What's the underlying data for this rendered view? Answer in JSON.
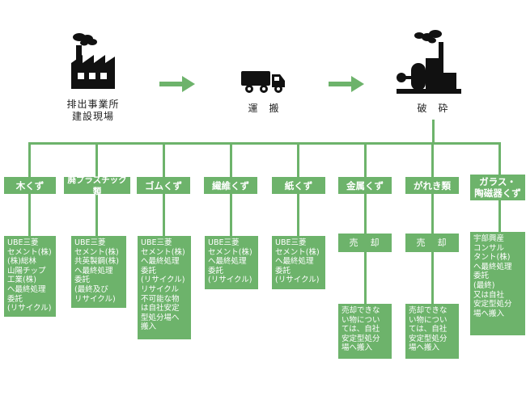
{
  "stages": {
    "source": {
      "line1": "排出事業所",
      "line2": "建設現場"
    },
    "transport": {
      "label": "運　搬"
    },
    "crush": {
      "label": "破　砕"
    }
  },
  "categories": [
    {
      "label": "木くず",
      "desc": "UBE三菱\nセメント(株)\n(株)総林\n山陽チップ\n工業(株)\nへ最終処理\n委託\n(リサイクル)"
    },
    {
      "label": "廃プラスチック類",
      "desc": "UBE三菱\nセメント(株)\n共英製鋼(株)\nへ最終処理\n委託\n(最終及び\nリサイクル)"
    },
    {
      "label": "ゴムくず",
      "desc": "UBE三菱\nセメント(株)\nへ最終処理\n委託\n(リサイクル)\nリサイクル\n不可能な物\nは自社安定\n型処分場へ\n搬入"
    },
    {
      "label": "繊維くず",
      "desc": "UBE三菱\nセメント(株)\nへ最終処理\n委託\n(リサイクル)"
    },
    {
      "label": "紙くず",
      "desc": "UBE三菱\nセメント(株)\nへ最終処理\n委託\n(リサイクル)"
    },
    {
      "label": "金属くず",
      "sale": "売　却",
      "desc": "売却できな\nい物につい\nては、自社\n安定型処分\n場へ搬入"
    },
    {
      "label": "がれき類",
      "sale": "売　却",
      "desc": "売却できな\nい物につい\nては、自社\n安定型処分\n場へ搬入"
    },
    {
      "label": "ガラス・\n陶磁器くず",
      "desc": "宇部興産\nコンサル\nタント(株)\nへ最終処理\n委託\n(最終)\n又は自社\n安定型処分\n場へ搬入"
    }
  ],
  "colors": {
    "accent": "#6db36b",
    "icon": "#111111"
  }
}
